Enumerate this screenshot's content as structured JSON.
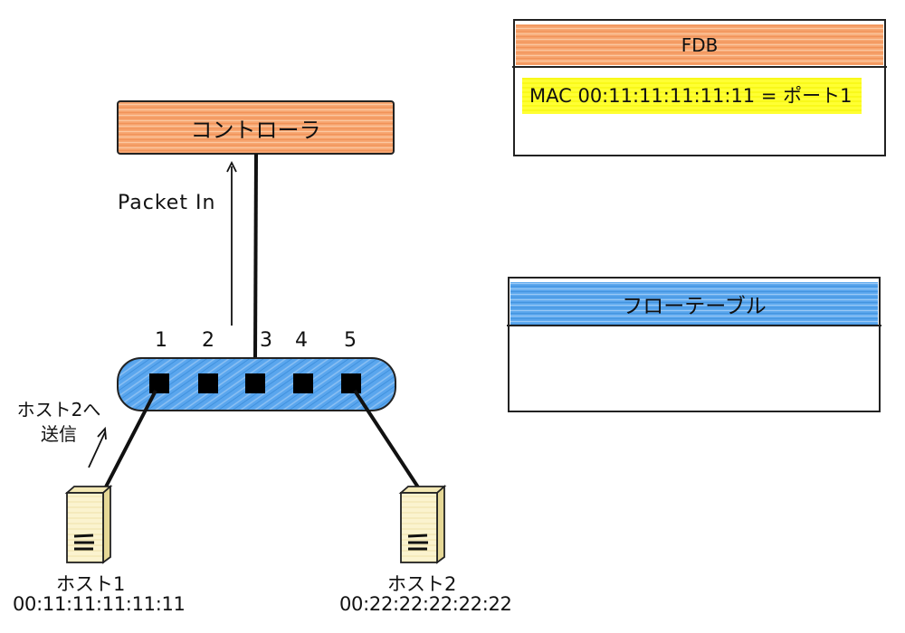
{
  "controller": {
    "label": "コントローラ"
  },
  "packet_in": {
    "label": "Packet In"
  },
  "switch": {
    "ports": [
      "1",
      "2",
      "3",
      "4",
      "5"
    ]
  },
  "send_label": {
    "line1": "ホスト2へ",
    "line2": "送信"
  },
  "hosts": [
    {
      "name": "ホスト1",
      "mac": "00:11:11:11:11:11"
    },
    {
      "name": "ホスト2",
      "mac": "00:22:22:22:22:22"
    }
  ],
  "fdb": {
    "title": "FDB",
    "entry": "MAC 00:11:11:11:11:11 = ポート1"
  },
  "flow_table": {
    "title": "フローテーブル"
  },
  "colors": {
    "controller_fill": "#f7a46e",
    "switch_fill": "#5aa6ee",
    "fdb_header": "#f7a46e",
    "fdb_highlight": "#ffff33",
    "flow_header": "#5aa6ee",
    "host_fill": "#fbf3cf"
  }
}
